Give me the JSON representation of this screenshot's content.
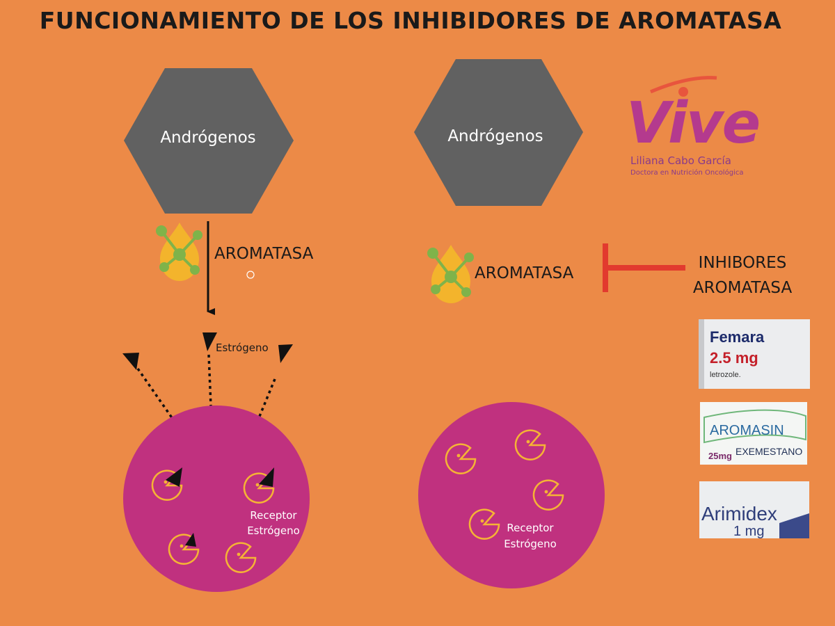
{
  "title": "FUNCIONAMIENTO DE LOS INHIBIDORES DE AROMATASA",
  "left_panel": {
    "hexagon_label": "Andrógenos",
    "enzyme_label": "AROMATASA",
    "product_label": "Estrógeno",
    "receptor_label_line1": "Receptor",
    "receptor_label_line2": "Estrógeno"
  },
  "right_panel": {
    "hexagon_label": "Andrógenos",
    "enzyme_label": "AROMATASA",
    "inhibitor_label_line1": "INHIBORES",
    "inhibitor_label_line2": "AROMATASA",
    "receptor_label_line1": "Receptor",
    "receptor_label_line2": "Estrógeno"
  },
  "logo": {
    "brand": "Vive",
    "name": "Liliana Cabo García",
    "subtitle": "Doctora en Nutrición Oncológica"
  },
  "drugs": [
    {
      "brand": "Femara",
      "dose": "2.5 mg",
      "generic": "letrozole."
    },
    {
      "brand": "AROMASIN",
      "dose": "25mg",
      "generic": "EXEMESTANO"
    },
    {
      "brand": "Arimidex",
      "dose": "1 mg"
    }
  ],
  "colors": {
    "background": "#ec8a47",
    "hexagon": "#616161",
    "cell": "#c0317f",
    "receptor": "#f5b335",
    "inhibitor_bar": "#e23a2e",
    "enzyme_drop": "#f3b42c",
    "enzyme_node": "#7fb34a"
  }
}
